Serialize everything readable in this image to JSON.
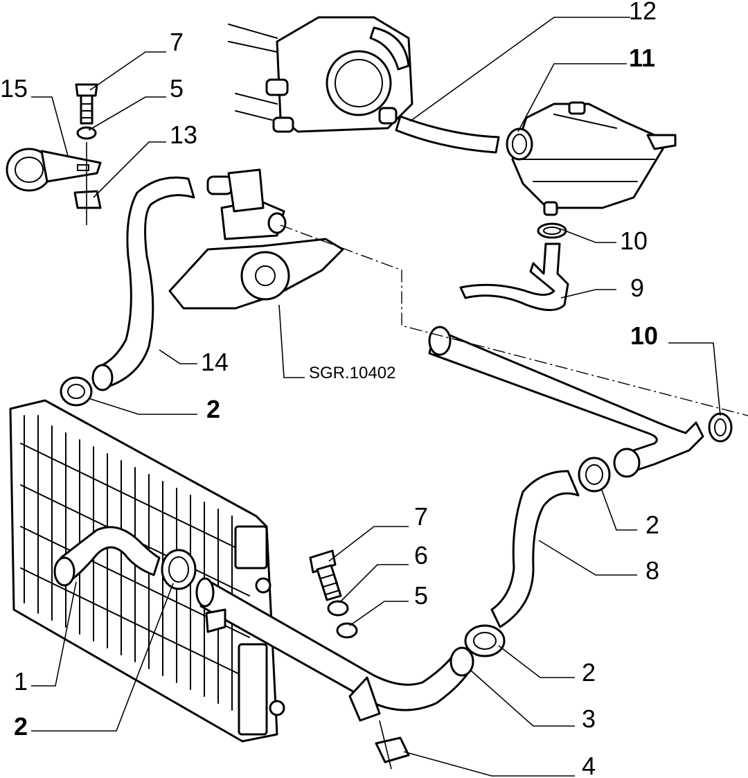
{
  "reference_code": "SGR.10402",
  "callouts": {
    "c12": "12",
    "c11": "11",
    "c7a": "7",
    "c5a": "5",
    "c15": "15",
    "c13": "13",
    "c10a": "10",
    "c9": "9",
    "c14": "14",
    "c10b": "10",
    "c2a": "2",
    "c2b": "2",
    "c8": "8",
    "c7b": "7",
    "c6": "6",
    "c5b": "5",
    "c2c": "2",
    "c1": "1",
    "c3": "3",
    "c2d": "2",
    "c4": "4"
  },
  "bold_callouts": [
    "c11",
    "c10b",
    "c2a",
    "c2d"
  ]
}
